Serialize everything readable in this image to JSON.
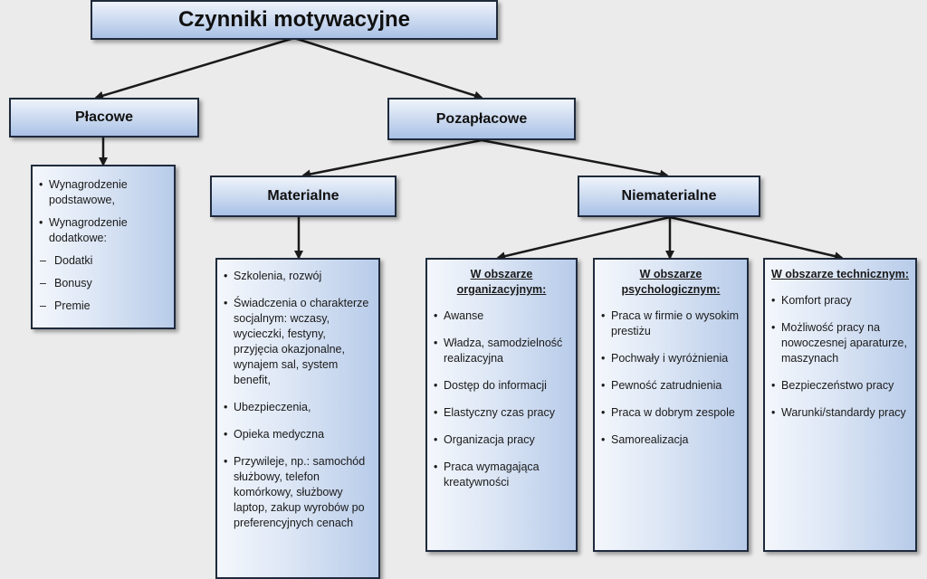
{
  "root": {
    "label": "Czynniki motywacyjne"
  },
  "placowe": {
    "label": "Płacowe",
    "items": [
      "Wynagrodzenie podstawowe,",
      "Wynagrodzenie dodatkowe:"
    ],
    "subitems": [
      "Dodatki",
      "Bonusy",
      "Premie"
    ]
  },
  "pozaplacowe": {
    "label": "Pozapłacowe"
  },
  "materialne": {
    "label": "Materialne",
    "items": [
      "Szkolenia, rozwój",
      "Świadczenia o charakterze socjalnym: wczasy, wycieczki, festyny, przyjęcia okazjonalne, wynajem sal, system benefit,",
      "Ubezpieczenia,",
      "Opieka medyczna",
      "Przywileje, np.: samochód służbowy, telefon komórkowy, służbowy laptop, zakup wyrobów po preferencyjnych cenach"
    ]
  },
  "niematerialne": {
    "label": "Niematerialne"
  },
  "organizacyjny": {
    "heading": "W obszarze organizacyjnym:",
    "items": [
      "Awanse",
      "Władza, samodzielność realizacyjna",
      "Dostęp do informacji",
      "Elastyczny czas pracy",
      "Organizacja pracy",
      "Praca wymagająca kreatywności"
    ]
  },
  "psychologiczny": {
    "heading": "W obszarze psychologicznym:",
    "items": [
      "Praca w firmie o wysokim prestiżu",
      "Pochwały i wyróżnienia",
      "Pewność zatrudnienia",
      "Praca w dobrym zespole",
      "Samorealizacja"
    ]
  },
  "techniczny": {
    "heading": "W obszarze technicznym:",
    "items": [
      "Komfort pracy",
      "Możliwość pracy na nowoczesnej aparaturze, maszynach",
      "Bezpieczeństwo pracy",
      "Warunki/standardy pracy"
    ]
  }
}
